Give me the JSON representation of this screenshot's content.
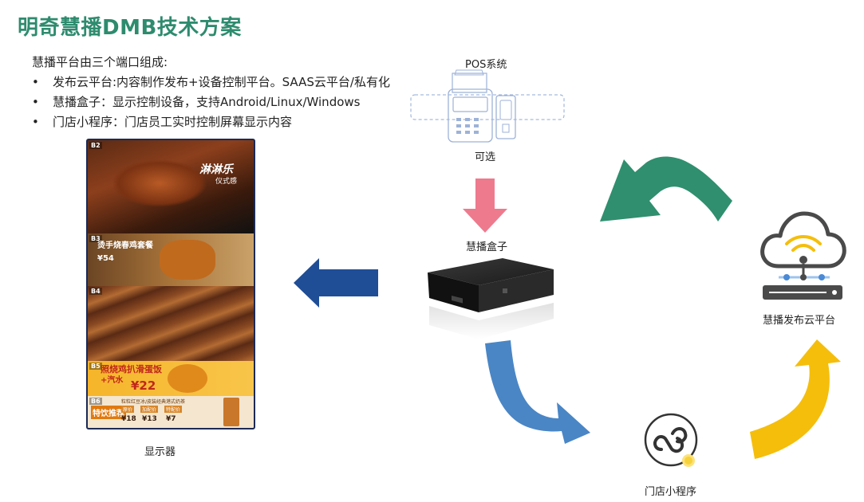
{
  "title": "明奇慧播DMB技术方案",
  "intro": {
    "heading": "慧播平台由三个端口组成:",
    "bullets": [
      "发布云平台:内容制作发布+设备控制平台。SAAS云平台/私有化",
      "慧播盒子：显示控制设备，支持Android/Linux/Windows",
      "门店小程序：门店员工实时控制屏幕显示内容"
    ]
  },
  "nodes": {
    "pos_label": "POS系统",
    "optional_label": "可选",
    "box_label": "慧播盒子",
    "display_label": "显示器",
    "cloud_label": "慧播发布云平台",
    "miniapp_label": "门店小程序"
  },
  "display_panels": {
    "b2": {
      "tag": "B2",
      "headline": "淋淋乐",
      "sub": "仪式感"
    },
    "b3": {
      "tag": "B3",
      "headline": "烫手烧春鸡套餐",
      "price": "¥54"
    },
    "b4": {
      "tag": "B4"
    },
    "b5": {
      "tag": "B5",
      "headline": "照烧鸡扒滑蛋饭",
      "sub": "+汽水",
      "price": "¥22"
    },
    "b6": {
      "tag": "B6",
      "headline": "特饮推荐",
      "sub": "粒粒红豆冰/皮装经典港式奶茶",
      "prices": [
        "¥18",
        "¥13",
        "¥7"
      ],
      "price_tags": [
        "原价",
        "加配价",
        "特配价"
      ]
    }
  },
  "colors": {
    "title": "#2e8b6e",
    "arrow_pink": "#ee7a8e",
    "arrow_navy": "#1f4e96",
    "arrow_blue": "#4a86c5",
    "arrow_green": "#2f8f6f",
    "arrow_yellow": "#f5be0b"
  }
}
